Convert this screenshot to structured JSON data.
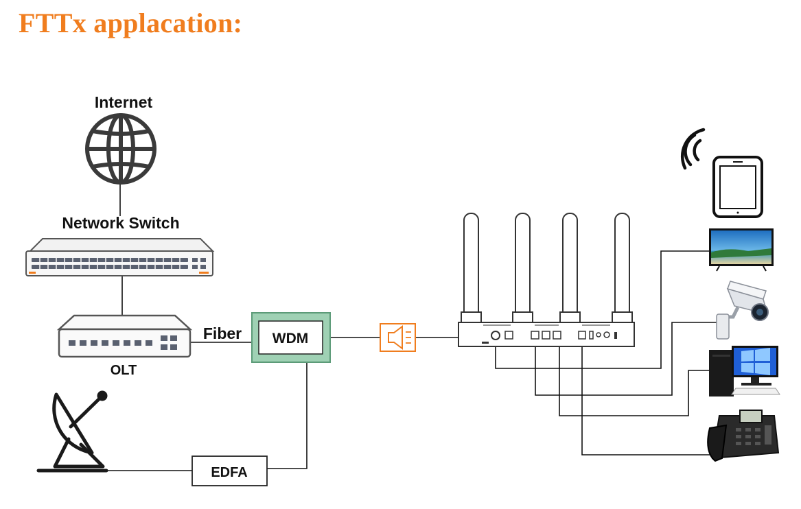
{
  "title": "FTTx applacation:",
  "labels": {
    "internet": "Internet",
    "network_switch": "Network Switch",
    "fiber": "Fiber",
    "olt": "OLT",
    "wdm": "WDM",
    "edfa": "EDFA"
  },
  "colors": {
    "title": "#f07d1e",
    "wdm_frame": "#9fd1b4",
    "wdm_frame_border": "#5c9b78",
    "optical_receiver": "#f07d1e",
    "line": "#111111"
  },
  "icons": [
    "globe-icon",
    "network-switch-icon",
    "olt-icon",
    "satellite-dish-icon",
    "optical-receiver-icon",
    "router-icon",
    "wifi-icon",
    "tablet-icon",
    "tv-icon",
    "camera-icon",
    "desktop-pc-icon",
    "phone-icon"
  ]
}
